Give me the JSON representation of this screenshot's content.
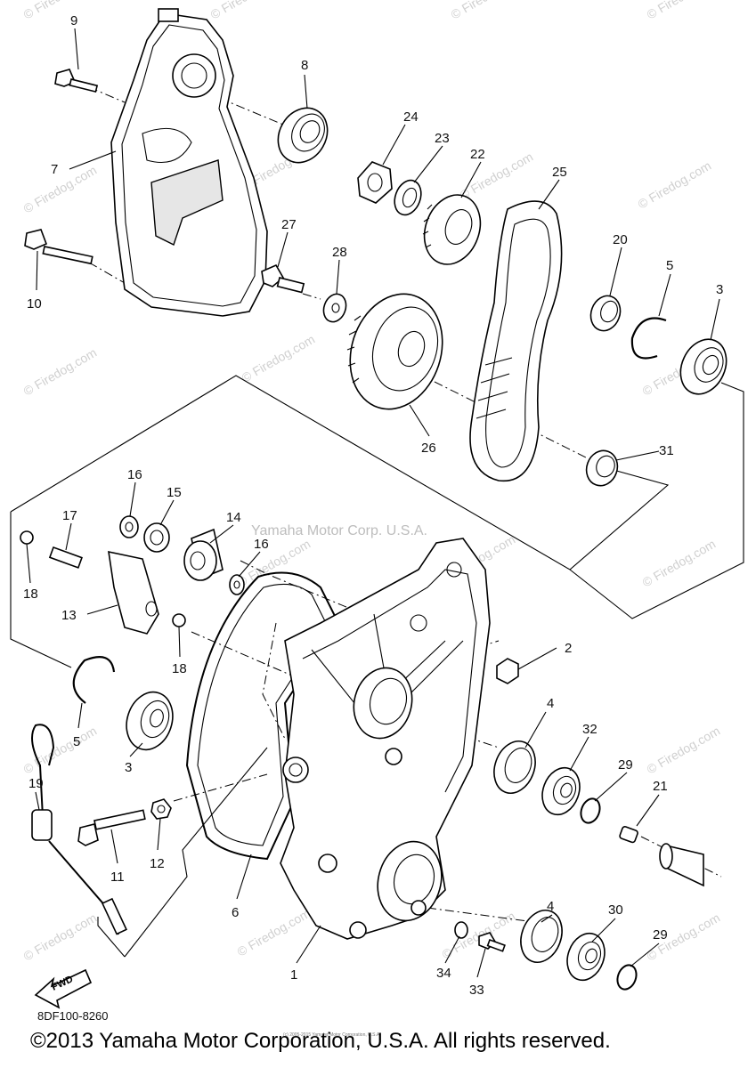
{
  "callouts": [
    "1",
    "2",
    "3",
    "3",
    "4",
    "4",
    "5",
    "5",
    "6",
    "7",
    "8",
    "9",
    "10",
    "11",
    "12",
    "13",
    "14",
    "15",
    "16",
    "16",
    "17",
    "18",
    "18",
    "19",
    "20",
    "21",
    "22",
    "23",
    "24",
    "25",
    "26",
    "27",
    "28",
    "29",
    "29",
    "30",
    "31",
    "32",
    "33",
    "34"
  ],
  "watermark_site": "© Firedog.com",
  "watermark_corp": "Yamaha Motor Corp. U.S.A.",
  "fwd_label": "FWD",
  "part_code": "8DF100-8260",
  "tiny_notice": "(c) 2005-2015 Yamaha Motor Corporation, U.S.A.",
  "copyright": "©2013 Yamaha Motor Corporation, U.S.A. All rights reserved."
}
